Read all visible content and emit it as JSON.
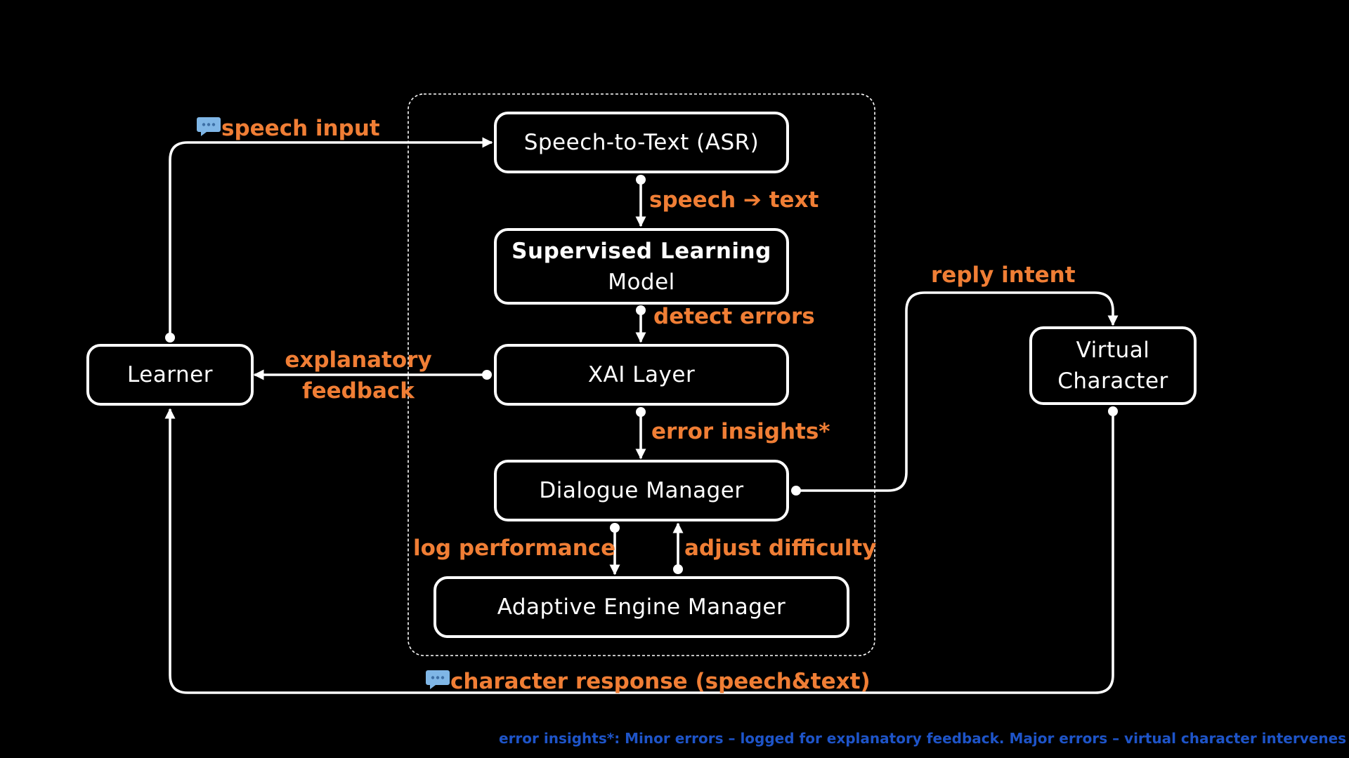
{
  "diagram": {
    "nodes": {
      "asr": "Speech-to-Text (ASR)",
      "slm_line1": "Supervised Learning",
      "slm_line2": "Model",
      "xai": "XAI Layer",
      "dialogue": "Dialogue Manager",
      "adaptive": "Adaptive Engine Manager",
      "learner": "Learner",
      "vc_line1": "Virtual",
      "vc_line2": "Character"
    },
    "edge_labels": {
      "speech_input": "speech input",
      "speech_to_text": "speech ➔ text",
      "detect_errors": "detect errors",
      "explanatory_line1": "explanatory",
      "explanatory_line2": "feedback",
      "error_insights": "error insights*",
      "reply_intent": "reply intent",
      "log_performance": "log performance",
      "adjust_difficulty": "adjust difficulty",
      "character_response": "character response (speech&text)"
    },
    "footnote": "error insights*: Minor errors – logged for explanatory feedback. Major errors – virtual character intervenes",
    "colors": {
      "background": "#000000",
      "node_border": "#ffffff",
      "label": "#F07E35",
      "footnote": "#1E54C8",
      "chat_icon": "#7FB6E6"
    },
    "icons": [
      "speech-bubble-icon"
    ]
  }
}
